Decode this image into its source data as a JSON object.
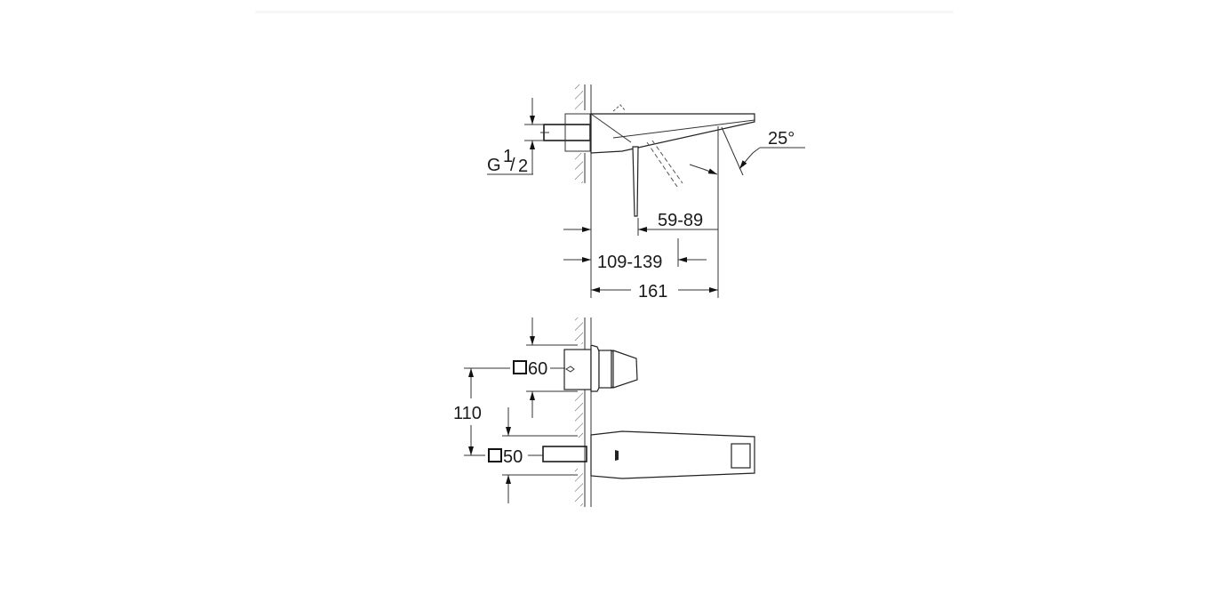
{
  "drawing": {
    "type": "technical-dimension-drawing",
    "views": [
      {
        "name": "side-view",
        "dimensions": {
          "thread": {
            "label": "G",
            "num": "1",
            "den": "2"
          },
          "angle": "25°",
          "spout_projection": "59-89",
          "wall_to_outlet": "109-139",
          "total_depth": "161"
        }
      },
      {
        "name": "front-view",
        "dimensions": {
          "handle_plate": "60",
          "spout_plate": "50",
          "vertical_spacing": "110"
        }
      }
    ]
  }
}
